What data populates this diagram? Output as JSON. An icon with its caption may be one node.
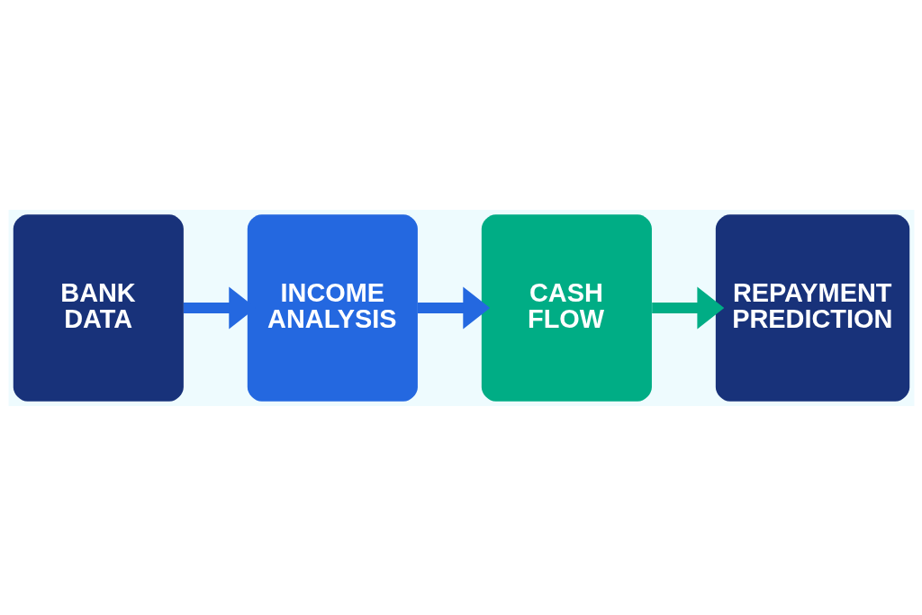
{
  "diagram": {
    "nodes": [
      {
        "text": [
          "BANK DATA"
        ]
      },
      {
        "text": [
          "INCOME ANALYSIS"
        ]
      },
      {
        "text": [
          "CASH FLOW"
        ]
      },
      {
        "text": [
          "REPAYMENT PREDICTION"
        ]
      }
    ],
    "edges": [
      {
        "from": 0,
        "to": 1,
        "arrow": "to"
      },
      {
        "from": 1,
        "to": 2,
        "arrow": "to"
      },
      {
        "from": 2,
        "to": 3,
        "arrow": "to",
        "color": "#00ad85"
      }
    ]
  }
}
